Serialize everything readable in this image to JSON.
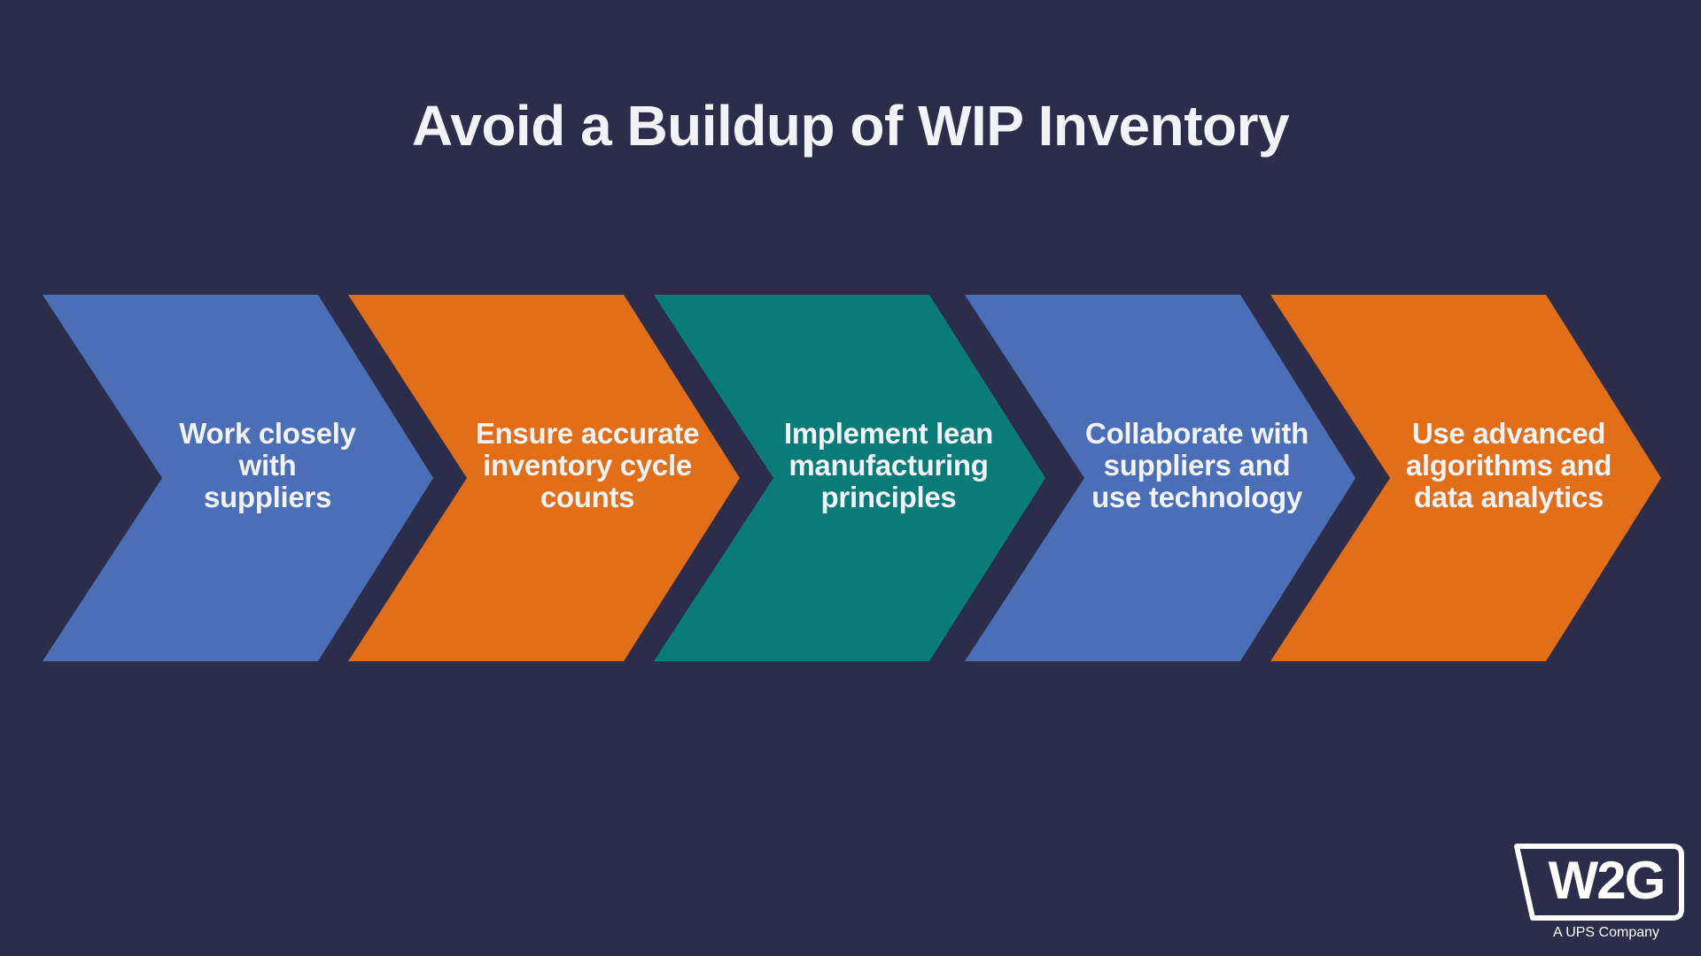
{
  "title": "Avoid a Buildup of WIP Inventory",
  "colors": {
    "background": "#2b2d4b",
    "blue": "#4a6fb7",
    "orange": "#e26f17",
    "teal": "#0a7c77",
    "text": "#f2f3f8"
  },
  "steps": [
    {
      "label": "Work closely with suppliers",
      "lines": [
        "Work closely",
        "with",
        "suppliers"
      ],
      "color": "#4a6fb7"
    },
    {
      "label": "Ensure accurate inventory cycle counts",
      "lines": [
        "Ensure accurate",
        "inventory cycle",
        "counts"
      ],
      "color": "#e26f17"
    },
    {
      "label": "Implement lean manufacturing principles",
      "lines": [
        "Implement lean",
        "manufacturing",
        "principles"
      ],
      "color": "#0a7c77"
    },
    {
      "label": "Collaborate with suppliers and use technology",
      "lines": [
        "Collaborate with",
        "suppliers and",
        "use technology"
      ],
      "color": "#4a6fb7"
    },
    {
      "label": "Use advanced algorithms and data analytics",
      "lines": [
        "Use advanced",
        "algorithms and",
        "data analytics"
      ],
      "color": "#e26f17"
    }
  ],
  "logo": {
    "mark": "W2G",
    "tagline": "A UPS Company"
  }
}
